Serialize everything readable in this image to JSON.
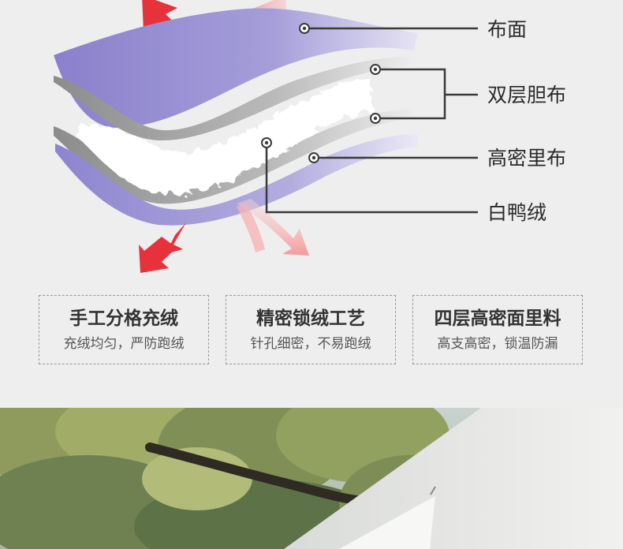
{
  "layers": {
    "outer_fabric": "布面",
    "double_lining": "双层胆布",
    "high_density_lining": "高密里布",
    "white_duck_down": "白鸭绒"
  },
  "features": [
    {
      "title": "手工分格充绒",
      "subtitle": "充绒均匀，严防跑绒"
    },
    {
      "title": "精密锁绒工艺",
      "subtitle": "针孔细密，不易跑绒"
    },
    {
      "title": "四层高密面里料",
      "subtitle": "高支高密，锁温防漏"
    }
  ],
  "colors": {
    "background": "#efeeee",
    "fabric_purple": "#8f86cf",
    "arrow_red": "#e8323b",
    "arrow_pink": "#f4a7a7",
    "line_dark": "#3a3a3a"
  }
}
